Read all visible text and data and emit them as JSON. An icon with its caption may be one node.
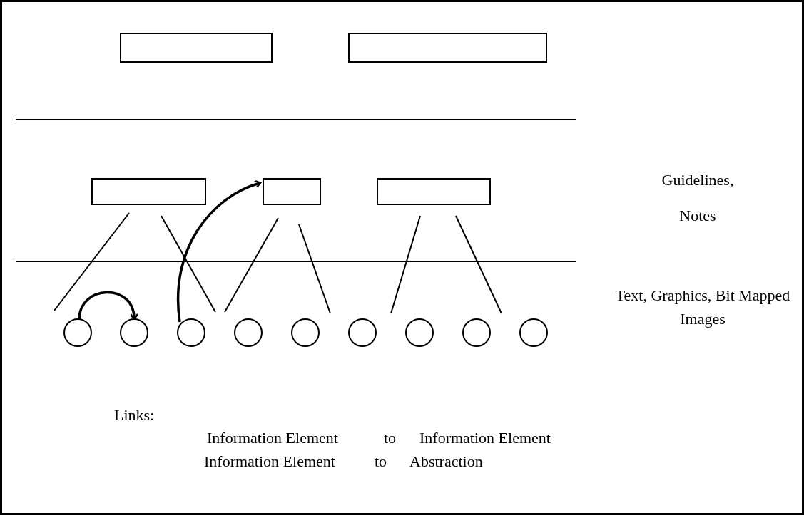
{
  "diagram": {
    "nodes": [
      {
        "text": [],
        "shape": "box"
      },
      {
        "text": [],
        "shape": "box"
      },
      {
        "text": [],
        "shape": "box"
      },
      {
        "text": [],
        "shape": "box"
      },
      {
        "text": [],
        "shape": "box"
      },
      {
        "text": [],
        "shape": "circle"
      },
      {
        "text": [],
        "shape": "circle"
      },
      {
        "text": [],
        "shape": "circle"
      },
      {
        "text": [],
        "shape": "circle"
      },
      {
        "text": [],
        "shape": "circle"
      },
      {
        "text": [],
        "shape": "circle"
      },
      {
        "text": [],
        "shape": "circle"
      },
      {
        "text": [],
        "shape": "circle"
      },
      {
        "text": [],
        "shape": "circle"
      }
    ],
    "edges": [
      {
        "from": 5,
        "to": 6,
        "arrow": "to"
      },
      {
        "from": 7,
        "to": 3,
        "arrow": "to"
      }
    ],
    "labels": [
      "Guidelines,",
      "Notes",
      "Text, Graphics, Bit Mapped Images",
      "Links:",
      "Information Element",
      "to",
      "Information Element",
      "Information Element",
      "to",
      "Abstraction"
    ]
  }
}
